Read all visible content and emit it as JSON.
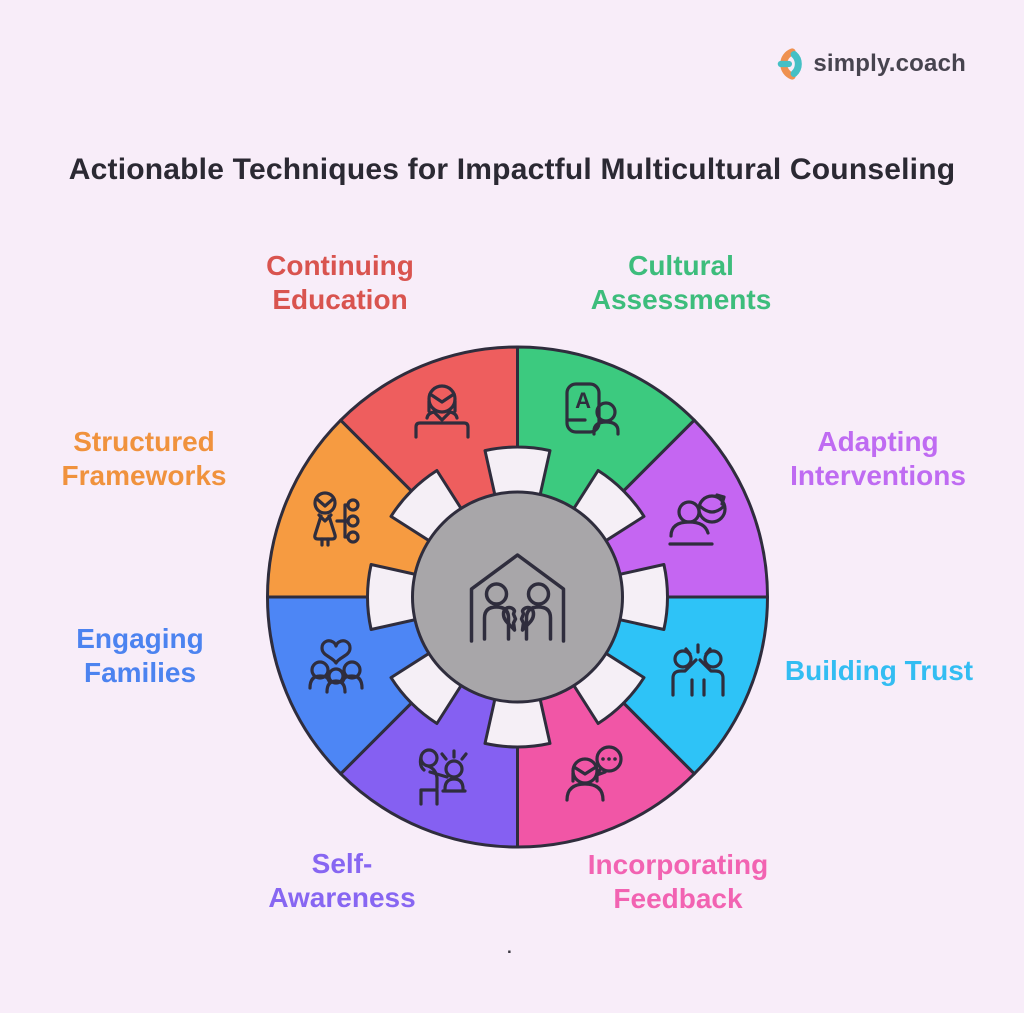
{
  "logo": {
    "text": "simply.coach",
    "icon": "simply-coach-mark-icon",
    "colors": {
      "orange": "#ef9150",
      "teal": "#45c0c5",
      "text": "#47444f"
    }
  },
  "title": {
    "text": "Actionable Techniques for Impactful Multicultural Counseling",
    "color": "#2b2933"
  },
  "footer": {
    "dot": "."
  },
  "wheel": {
    "outline_color": "#2f2d3d",
    "notch_color": "#f5eff6",
    "assessment_letter": "A",
    "center": {
      "icon": "family-in-house-icon",
      "fill": "#a8a6a9"
    },
    "segments": [
      {
        "id": "cultural-assessments",
        "label": "Cultural Assessments",
        "color": "#3cca7f",
        "label_color": "#3dbd7c",
        "icon": "assessment-card-person-icon",
        "position": "top-right"
      },
      {
        "id": "adapting-interventions",
        "label": "Adapting Interventions",
        "color": "#c566f2",
        "label_color": "#bf6bf2",
        "icon": "person-refresh-icon",
        "position": "right-upper"
      },
      {
        "id": "building-trust",
        "label": "Building Trust",
        "color": "#2ec3f7",
        "label_color": "#33bdf2",
        "icon": "high-five-icon",
        "position": "right-lower"
      },
      {
        "id": "incorporating-feedback",
        "label": "Incorporating Feedback",
        "color": "#f156a6",
        "label_color": "#f263b2",
        "icon": "person-speech-bubble-icon",
        "position": "bottom-right"
      },
      {
        "id": "self-awareness",
        "label": "Self-Awareness",
        "color": "#8560f2",
        "label_color": "#8766f2",
        "icon": "mentor-child-icon",
        "position": "bottom-left"
      },
      {
        "id": "engaging-families",
        "label": "Engaging Families",
        "color": "#4d86f5",
        "label_color": "#4c83f0",
        "icon": "family-heart-icon",
        "position": "left-lower"
      },
      {
        "id": "structured-frameworks",
        "label": "Structured Frameworks",
        "color": "#f69b41",
        "label_color": "#f0923d",
        "icon": "person-hierarchy-icon",
        "position": "left-upper"
      },
      {
        "id": "continuing-education",
        "label": "Continuing Education",
        "color": "#ee5e5e",
        "label_color": "#d9544f",
        "icon": "teacher-at-desk-icon",
        "position": "top-left"
      }
    ]
  }
}
